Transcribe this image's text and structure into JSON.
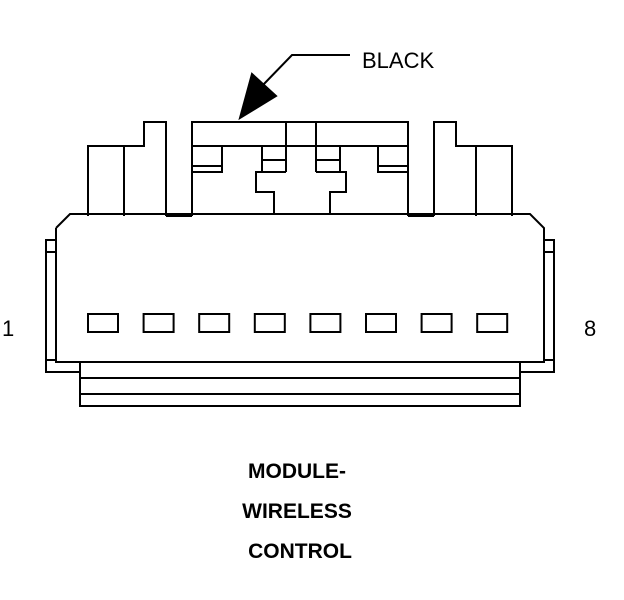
{
  "callout": {
    "color": "BLACK"
  },
  "pins": {
    "first": "1",
    "last": "8",
    "count": 8
  },
  "component": {
    "line1": "MODULE-",
    "line2": "WIRELESS",
    "line3": "CONTROL"
  },
  "colors": {
    "ink": "#000000",
    "background": "#ffffff"
  }
}
